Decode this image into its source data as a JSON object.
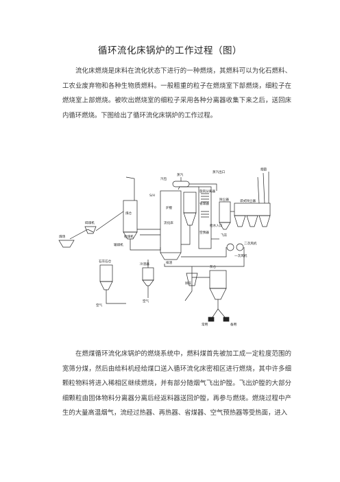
{
  "title": "循环流化床锅炉的工作过程（图）",
  "paragraphs": [
    "流化床燃烧是床料在流化状态下进行的一种燃烧，其燃料可以为化石燃料、工农业废弃物和各种生物质燃料。一般粗重的粒子在燃烧室下部燃烧，细粒子在燃烧室上部燃烧。被吹出燃烧室的细粒子采用各种分离器收集下来之后，送回床内循环燃烧。下图给出了循环流化床锅炉的工作过程。",
    "在燃煤循环流化床锅炉的燃烧系统中，燃料煤首先被加工成一定粒度范围的宽筛分煤，然后由给料机经给煤口送入循环流化床密相区进行燃烧，其中许多细颗粒物料将进入稀相区继续燃烧，并有部分随烟气飞出炉膛。飞出炉膛的大部分细颗粒由固体物料分离器分离后经返料器送回炉膛，再参与燃烧。燃烧过程中产生的大量高温烟气，流经过热器、再热器、省煤器、空气预热器等受热面，进入"
  ],
  "diagram": {
    "labels": {
      "steam": "蒸汽",
      "steam_outlet": "蒸汽出口",
      "drum": "汽包",
      "superheater": "S/H",
      "cyclone_separator": "旋风分离器",
      "economizer": "省煤器",
      "air_heater": "空预器",
      "coal_bin": "煤仓",
      "feeder": "给煤机",
      "crusher": "碎煤机",
      "furnace": "炉膛",
      "loop_seal": "流化床",
      "bed_ash": "排渣",
      "water_inlet": "给水入口",
      "precipitator": "除尘器",
      "dust_collector": "袋式除尘器",
      "chimney": "烟囱",
      "fly_ash": "飞灰",
      "secondary_fan": "二次风机",
      "primary_fan": "一次风机",
      "limestone_bin": "石灰石仓",
      "ash_cooler": "冷渣器",
      "ash_silo": "灰仓",
      "conveyor": "输煤机",
      "coal_yard": "煤场",
      "ash_handling": "除灰",
      "normal": "常用",
      "standby": "备用",
      "air": "空气",
      "air2": "空气"
    }
  }
}
